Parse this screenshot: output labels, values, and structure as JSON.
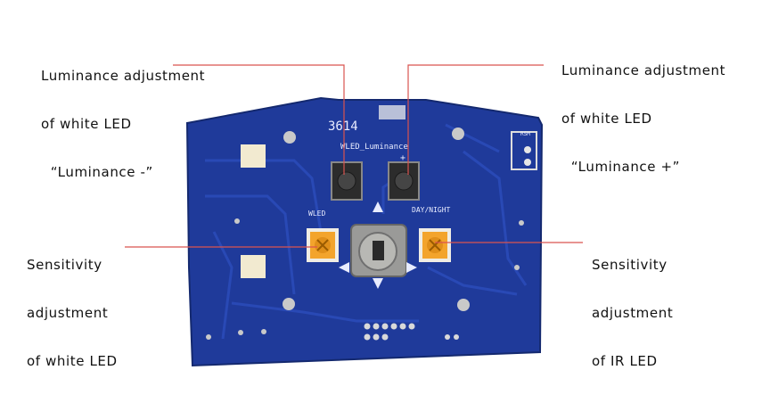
{
  "labels": {
    "luminance_minus": [
      "Luminance adjustment",
      "of white LED",
      "  “Luminance -”"
    ],
    "luminance_plus": [
      "Luminance adjustment",
      "of white LED",
      "  “Luminance +”"
    ],
    "sensitivity_white": [
      "Sensitivity",
      "adjustment",
      "of white LED"
    ],
    "sensitivity_ir": [
      "Sensitivity",
      "adjustment",
      "of IR LED"
    ]
  },
  "silkscreen": {
    "board_number": "3614",
    "wled_luminance": "WLED_Luminance",
    "plus_mark": "+",
    "wled": "WLED",
    "day_night": "DAY/NIGHT",
    "rsm": "RSM"
  },
  "colors": {
    "board": "#1f3a9a",
    "leader_line": "#d9534f",
    "pot": "#f3a42c"
  }
}
